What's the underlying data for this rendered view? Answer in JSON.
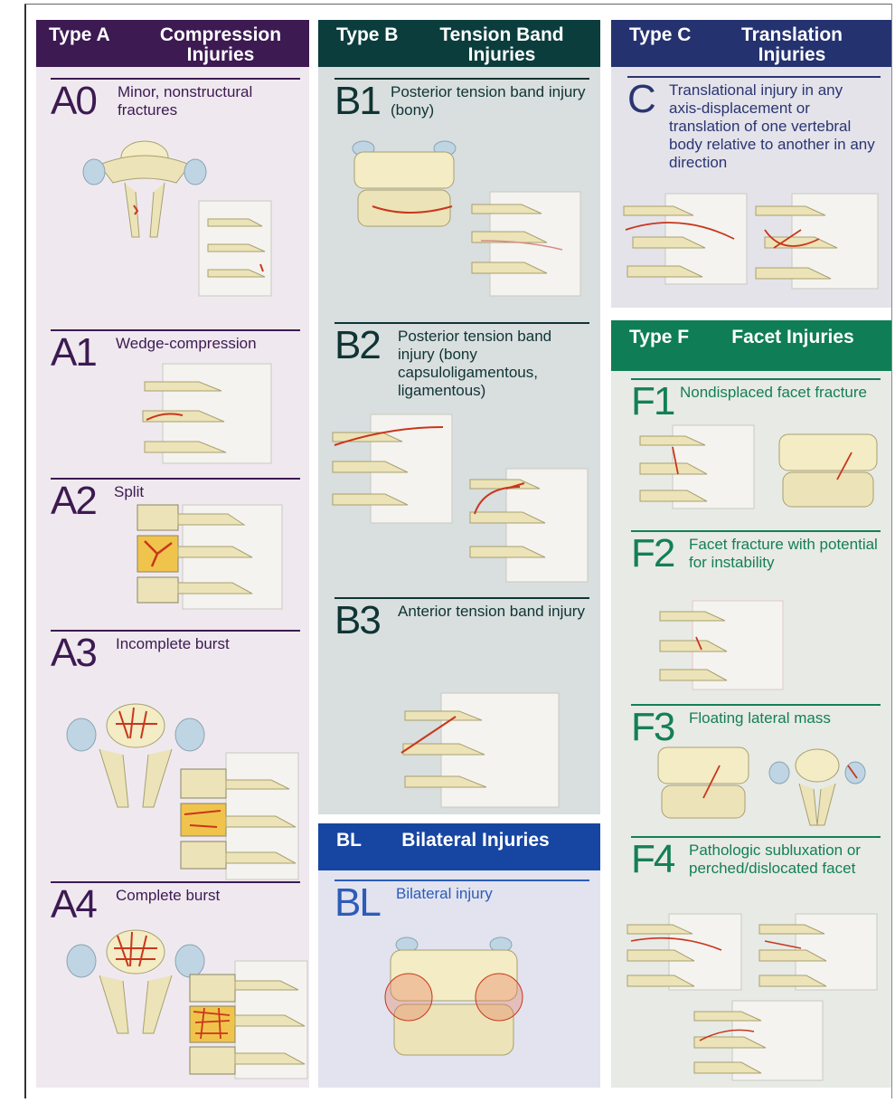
{
  "type_a": {
    "code": "Type A",
    "name": "Compression Injuries",
    "items": [
      {
        "label": "A0",
        "desc": "Minor, nonstructural fractures"
      },
      {
        "label": "A1",
        "desc": "Wedge-compression"
      },
      {
        "label": "A2",
        "desc": "Split"
      },
      {
        "label": "A3",
        "desc": "Incomplete burst"
      },
      {
        "label": "A4",
        "desc": "Complete burst"
      }
    ]
  },
  "type_b": {
    "code": "Type B",
    "name": "Tension Band Injuries",
    "items": [
      {
        "label": "B1",
        "desc": "Posterior tension band injury (bony)"
      },
      {
        "label": "B2",
        "desc": "Posterior tension band injury (bony capsuloligamentous, ligamentous)"
      },
      {
        "label": "B3",
        "desc": "Anterior tension band injury"
      }
    ]
  },
  "type_bl": {
    "code": "BL",
    "name": "Bilateral Injuries",
    "items": [
      {
        "label": "BL",
        "desc": "Bilateral injury"
      }
    ]
  },
  "type_c": {
    "code": "Type C",
    "name": "Translation Injuries",
    "items": [
      {
        "label": "C",
        "desc": "Translational injury in any axis-displacement or translation of one vertebral body relative to another in any direction"
      }
    ]
  },
  "type_f": {
    "code": "Type F",
    "name": "Facet Injuries",
    "items": [
      {
        "label": "F1",
        "desc": "Nondisplaced facet fracture"
      },
      {
        "label": "F2",
        "desc": "Facet fracture with potential for instability"
      },
      {
        "label": "F3",
        "desc": "Floating lateral mass"
      },
      {
        "label": "F4",
        "desc": "Pathologic subluxation or perched/dislocated facet"
      }
    ]
  },
  "colors": {
    "type_a_header": "#3d1a52",
    "type_a_bg": "#efe9ef",
    "type_a_text": "#3d1a52",
    "type_b_header": "#0b3d3d",
    "type_b_bg": "#d9dede",
    "type_b_text": "#0f3434",
    "type_bl_header": "#1746a2",
    "type_bl_bg": "#e2e3ef",
    "type_bl_text": "#2d5cb8",
    "type_c_header": "#253270",
    "type_c_bg": "#e4e3ea",
    "type_c_text": "#2a3572",
    "type_f_header": "#0f7e56",
    "type_f_bg": "#e8eae6",
    "type_f_text": "#138055"
  }
}
